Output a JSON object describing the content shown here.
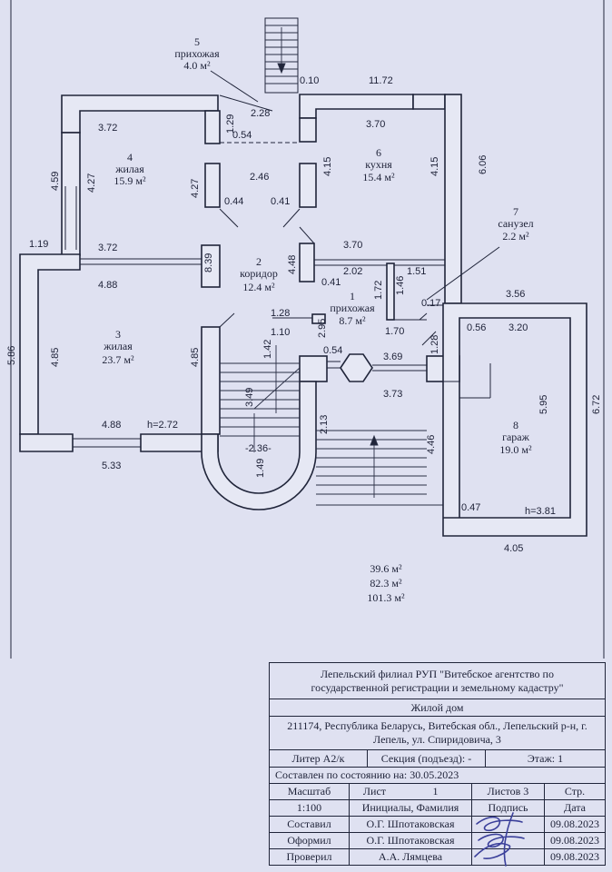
{
  "rooms": [
    {
      "number": "1",
      "name": "прихожая",
      "area": "8.7 м²"
    },
    {
      "number": "2",
      "name": "коридор",
      "area": "12.4 м²"
    },
    {
      "number": "3",
      "name": "жилая",
      "area": "23.7 м²"
    },
    {
      "number": "4",
      "name": "жилая",
      "area": "15.9 м²"
    },
    {
      "number": "5",
      "name": "прихожая",
      "area": "4.0 м²"
    },
    {
      "number": "6",
      "name": "кухня",
      "area": "15.4 м²"
    },
    {
      "number": "7",
      "name": "санузел",
      "area": "2.2 м²"
    },
    {
      "number": "8",
      "name": "гараж",
      "area": "19.0 м²"
    }
  ],
  "dims": {
    "d_0_10": "0.10",
    "d_11_72": "11.72",
    "d_1_29": "1.29",
    "d_2_28": "2.28",
    "d_0_54a": "0.54",
    "d_3_72a": "3.72",
    "d_3_70a": "3.70",
    "d_4_59": "4.59",
    "d_4_27a": "4.27",
    "d_4_27b": "4.27",
    "d_2_46": "2.46",
    "d_4_15a": "4.15",
    "d_4_15b": "4.15",
    "d_6_06": "6.06",
    "d_0_44": "0.44",
    "d_0_41a": "0.41",
    "d_1_19": "1.19",
    "d_3_72b": "3.72",
    "d_8_39": "8.39",
    "d_4_48": "4.48",
    "d_3_70b": "3.70",
    "d_2_02": "2.02",
    "d_1_51": "1.51",
    "d_4_88a": "4.88",
    "d_0_41b": "0.41",
    "d_1_72": "1.72",
    "d_1_46": "1.46",
    "d_0_17": "0.17",
    "d_3_56": "3.56",
    "d_1_28a": "1.28",
    "d_2_95": "2.95",
    "d_1_10": "1.10",
    "d_1_70": "1.70",
    "d_0_56": "0.56",
    "d_3_20": "3.20",
    "d_5_86": "5.86",
    "d_4_85a": "4.85",
    "d_4_85b": "4.85",
    "d_1_42": "1.42",
    "d_0_54b": "0.54",
    "d_3_69": "3.69",
    "d_1_28b": "1.28",
    "d_3_73": "3.73",
    "d_3_49": "3.49",
    "d_5_95": "5.95",
    "d_6_72": "6.72",
    "d_2_13": "2.13",
    "d_4_88b": "4.88",
    "d_h272": "h=2.72",
    "d_2_36": "-2.36-",
    "d_4_46": "4.46",
    "d_5_33": "5.33",
    "d_1_49": "1.49",
    "d_0_47": "0.47",
    "d_h381": "h=3.81",
    "d_4_05": "4.05"
  },
  "totals": [
    "39.6 м²",
    "82.3 м²",
    "101.3 м²"
  ],
  "title_block": {
    "org": "Лепельский филиал РУП \"Витебское агентство по государственной регистрации и земельному кадастру\"",
    "object": "Жилой дом",
    "address": "211174, Республика Беларусь, Витебская обл., Лепельский р-н, г. Лепель, ул. Спиридовича, 3",
    "litera": "Литер А2/к",
    "section": "Секция (подъезд): -",
    "floor": "Этаж: 1",
    "state_date": "Составлен по состоянию на: 30.05.2023",
    "headers": [
      "Масштаб",
      "Лист",
      "1",
      "Листов 3",
      "Стр."
    ],
    "subheaders": [
      "1:100",
      "Инициалы, Фамилия",
      "Подпись",
      "Дата"
    ],
    "rows": [
      {
        "role": "Составил",
        "name": "О.Г. Шпотаковская",
        "date": "09.08.2023"
      },
      {
        "role": "Оформил",
        "name": "О.Г. Шпотаковская",
        "date": "09.08.2023"
      },
      {
        "role": "Проверил",
        "name": "А.А. Лямцева",
        "date": "09.08.2023"
      }
    ]
  },
  "colors": {
    "paper": "#dfe1f1",
    "ink": "#1d2137",
    "signature": "#3a3f9a"
  }
}
